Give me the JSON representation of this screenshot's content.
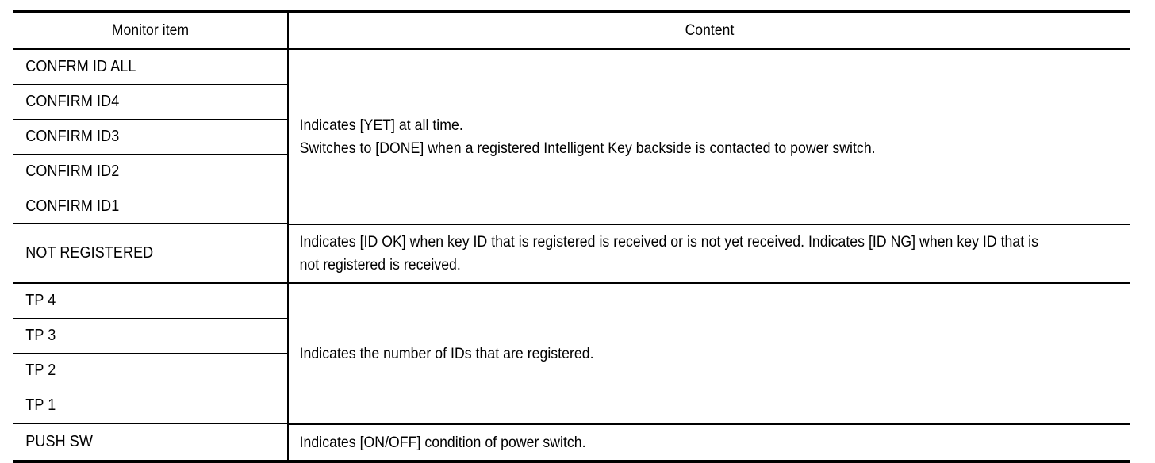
{
  "table": {
    "headers": {
      "item": "Monitor item",
      "content": "Content"
    },
    "groups": [
      {
        "id": "confirm-id",
        "items": [
          "CONFRM ID ALL",
          "CONFIRM ID4",
          "CONFIRM ID3",
          "CONFIRM ID2",
          "CONFIRM ID1"
        ],
        "content": "Indicates [YET] at all time.\nSwitches to [DONE] when a registered Intelligent Key backside is contacted to power switch."
      },
      {
        "id": "not-registered",
        "items": [
          "NOT REGISTERED"
        ],
        "content": "Indicates [ID OK] when key ID that is registered is received or is not yet received. Indicates [ID NG] when key ID that is not registered is received."
      },
      {
        "id": "tp",
        "items": [
          "TP 4",
          "TP 3",
          "TP 2",
          "TP 1"
        ],
        "content": "Indicates the number of IDs that are registered."
      },
      {
        "id": "push-sw",
        "items": [
          "PUSH SW"
        ],
        "content": "Indicates [ON/OFF] condition of power switch."
      }
    ]
  },
  "colors": {
    "rule": "#000000",
    "text": "#000000",
    "background": "#ffffff"
  }
}
